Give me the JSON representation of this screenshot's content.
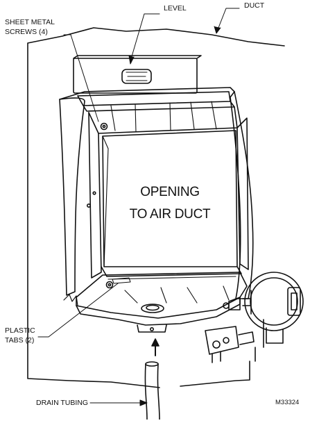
{
  "diagram": {
    "labels": {
      "level": "LEVEL",
      "duct": "DUCT",
      "screws_line1": "SHEET METAL",
      "screws_line2": "SCREWS (4)",
      "opening_line1": "OPENING",
      "opening_line2": "TO AIR DUCT",
      "tabs_line1": "PLASTIC",
      "tabs_line2": "TABS (2)",
      "drain": "DRAIN TUBING",
      "figure_id": "M33324"
    }
  }
}
